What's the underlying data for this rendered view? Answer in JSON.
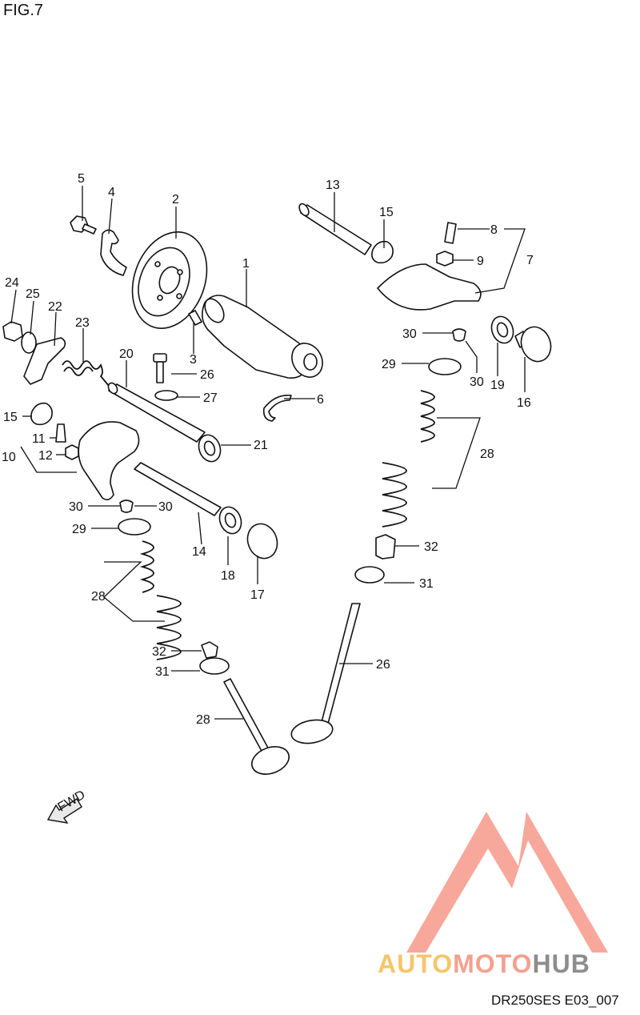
{
  "title": "FIG.7",
  "code": "DR250SES E03_007",
  "fwd_label": "FWD",
  "logo": {
    "auto": "AUTO",
    "moto": "MOTO",
    "hub": "HUB",
    "colors": {
      "auto": "#f5c56a",
      "moto": "#f4a08f",
      "hub": "#8d8d8d",
      "mark": "#f6998a"
    }
  },
  "callouts": [
    "1",
    "2",
    "3",
    "4",
    "5",
    "6",
    "7",
    "8",
    "9",
    "10",
    "11",
    "12",
    "13",
    "14",
    "15",
    "15",
    "16",
    "16",
    "17",
    "17",
    "18",
    "19",
    "20",
    "21",
    "22",
    "23",
    "24",
    "25",
    "26",
    "27",
    "28",
    "28",
    "29",
    "29",
    "30",
    "30",
    "30",
    "30",
    "31",
    "31",
    "32",
    "32"
  ]
}
